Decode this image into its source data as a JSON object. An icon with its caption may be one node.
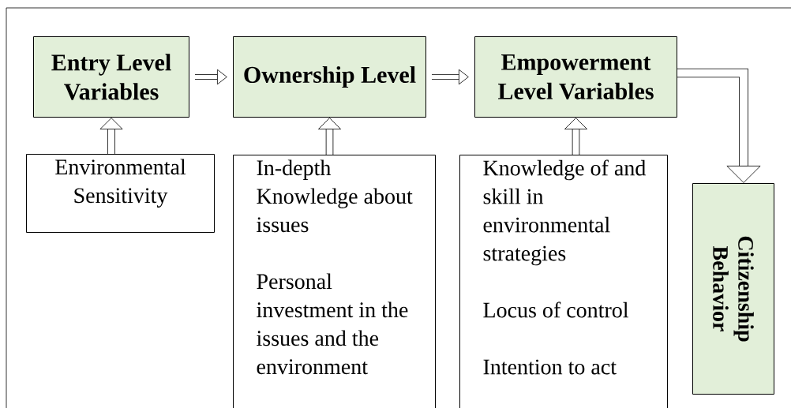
{
  "diagram": {
    "nodes": [
      {
        "text": [
          "Entry Level Variables"
        ]
      },
      {
        "text": [
          "Ownership Level"
        ]
      },
      {
        "text": [
          "Empowerment Level Variables"
        ]
      },
      {
        "text": [
          "Environmental Sensitivity"
        ]
      },
      {
        "text": [
          "In-depth Knowledge about issues",
          "Personal investment in the issues and the environment"
        ]
      },
      {
        "text": [
          "Knowledge of and skill in environmental strategies",
          "Locus of control",
          "Intention to act"
        ]
      },
      {
        "text": [
          "Citizenship Behavior"
        ]
      }
    ],
    "edges": [
      {
        "from": 0,
        "to": 1,
        "arrow": "to"
      },
      {
        "from": 1,
        "to": 2,
        "arrow": "to"
      },
      {
        "from": 3,
        "to": 0,
        "arrow": "to"
      },
      {
        "from": 4,
        "to": 1,
        "arrow": "to"
      },
      {
        "from": 5,
        "to": 2,
        "arrow": "to"
      },
      {
        "from": 2,
        "to": 6,
        "arrow": "to"
      }
    ]
  }
}
